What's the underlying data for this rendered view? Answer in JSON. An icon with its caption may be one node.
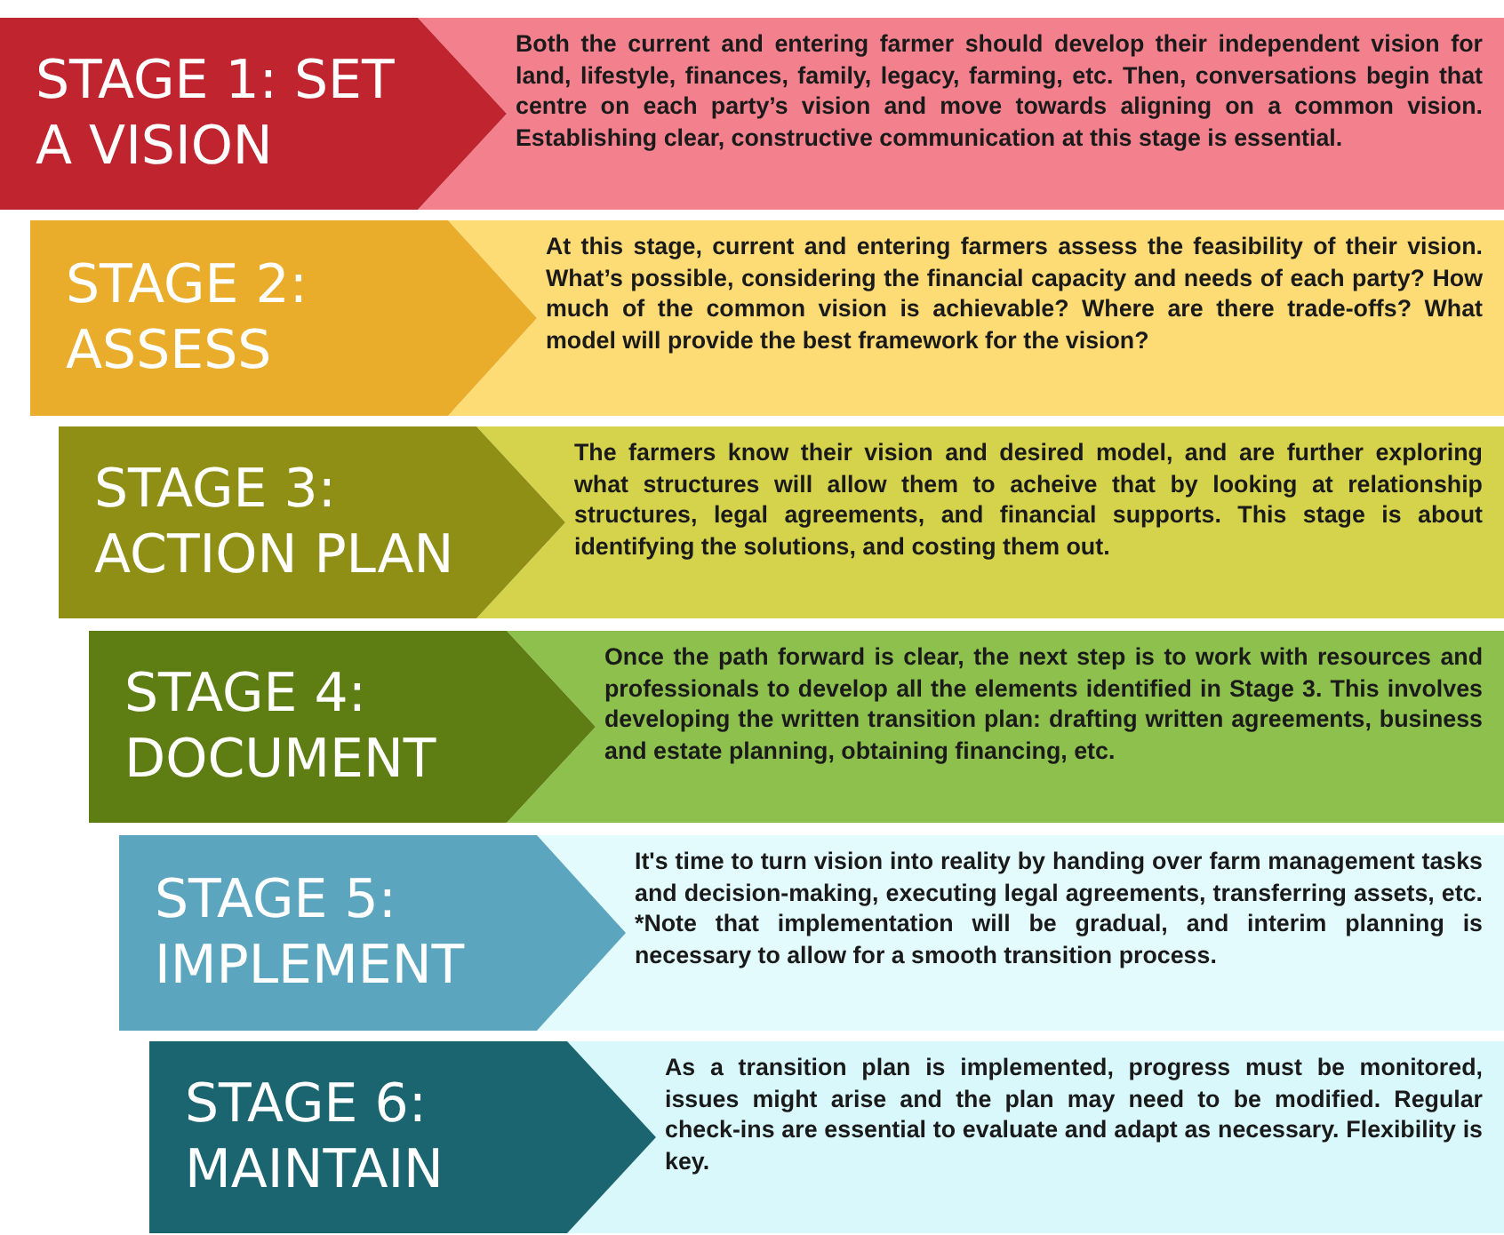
{
  "diagram": {
    "nodes": [
      {
        "text": [
          "STAGE 1: SET A VISION"
        ]
      },
      {
        "text": [
          "Both the current and entering farmer should develop their independent vision for land, lifestyle, finances, family, legacy, farming, etc. Then, conversations begin that centre on each party’s vision and move towards aligning on a common vision. Establishing clear, constructive communication at this stage is essential."
        ]
      },
      {
        "text": [
          "STAGE 2: ASSESS"
        ]
      },
      {
        "text": [
          "At this stage, current and entering farmers assess the feasibility of their vision. What’s possible, considering the financial capacity and needs of each party? How much of the common vision is achievable? Where are there trade-offs? What model will provide the best framework for the vision?"
        ]
      },
      {
        "text": [
          "STAGE 3: ACTION PLAN"
        ]
      },
      {
        "text": [
          "The farmers know their vision and desired model, and are further exploring what structures will allow them to acheive that by looking at relationship structures, legal agreements, and financial supports. This stage is about identifying the solutions, and costing them out."
        ]
      },
      {
        "text": [
          "STAGE 4: DOCUMENT"
        ]
      },
      {
        "text": [
          "Once the path forward is clear, the next step is to work with resources and professionals to develop all the elements identified in Stage 3. This involves developing the written transition plan: drafting written agreements, business and estate planning, obtaining financing, etc."
        ]
      },
      {
        "text": [
          "STAGE 5: IMPLEMENT"
        ]
      },
      {
        "text": [
          "It's time to turn vision into reality by handing over farm management tasks and decision-making, executing legal agreements, transferring assets, etc. *Note that implementation will be gradual, and interim planning is necessary to allow for a smooth transition process."
        ]
      },
      {
        "text": [
          "STAGE 6: MAINTAIN"
        ]
      },
      {
        "text": [
          "As a transition plan is implemented, progress must be monitored, issues might arise and the plan may need to be modified. Regular check-ins are essential to evaluate and adapt as necessary. Flexibility is key."
        ]
      }
    ]
  }
}
